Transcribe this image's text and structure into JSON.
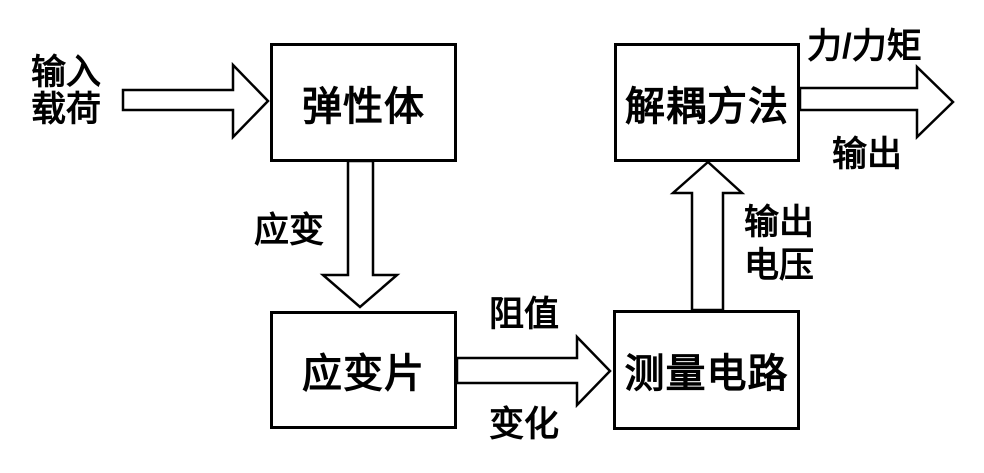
{
  "colors": {
    "background": "#ffffff",
    "stroke": "#000000",
    "text": "#000000"
  },
  "nodes": [
    {
      "id": "elastic-body",
      "label": "弹性体"
    },
    {
      "id": "strain-gauge",
      "label": "应变片"
    },
    {
      "id": "measurement-circuit",
      "label": "测量电路"
    },
    {
      "id": "decoupling-method",
      "label": "解耦方法"
    }
  ],
  "edge_labels": {
    "input_load": [
      "输入",
      "载荷"
    ],
    "strain": "应变",
    "resistance_change": [
      "阻值",
      "变化"
    ],
    "output_voltage": [
      "输出",
      "电压"
    ],
    "force_torque": "力/力矩",
    "output": "输出"
  },
  "edges": [
    {
      "from": "input-load-text",
      "to": "elastic-body",
      "label": "输入载荷",
      "direction": "right"
    },
    {
      "from": "elastic-body",
      "to": "strain-gauge",
      "label": "应变",
      "direction": "down"
    },
    {
      "from": "strain-gauge",
      "to": "measurement-circuit",
      "label": "阻值变化",
      "direction": "right"
    },
    {
      "from": "measurement-circuit",
      "to": "decoupling-method",
      "label": "输出电压",
      "direction": "up"
    },
    {
      "from": "decoupling-method",
      "to": "output-text",
      "label": "力/力矩 输出",
      "direction": "right"
    }
  ]
}
